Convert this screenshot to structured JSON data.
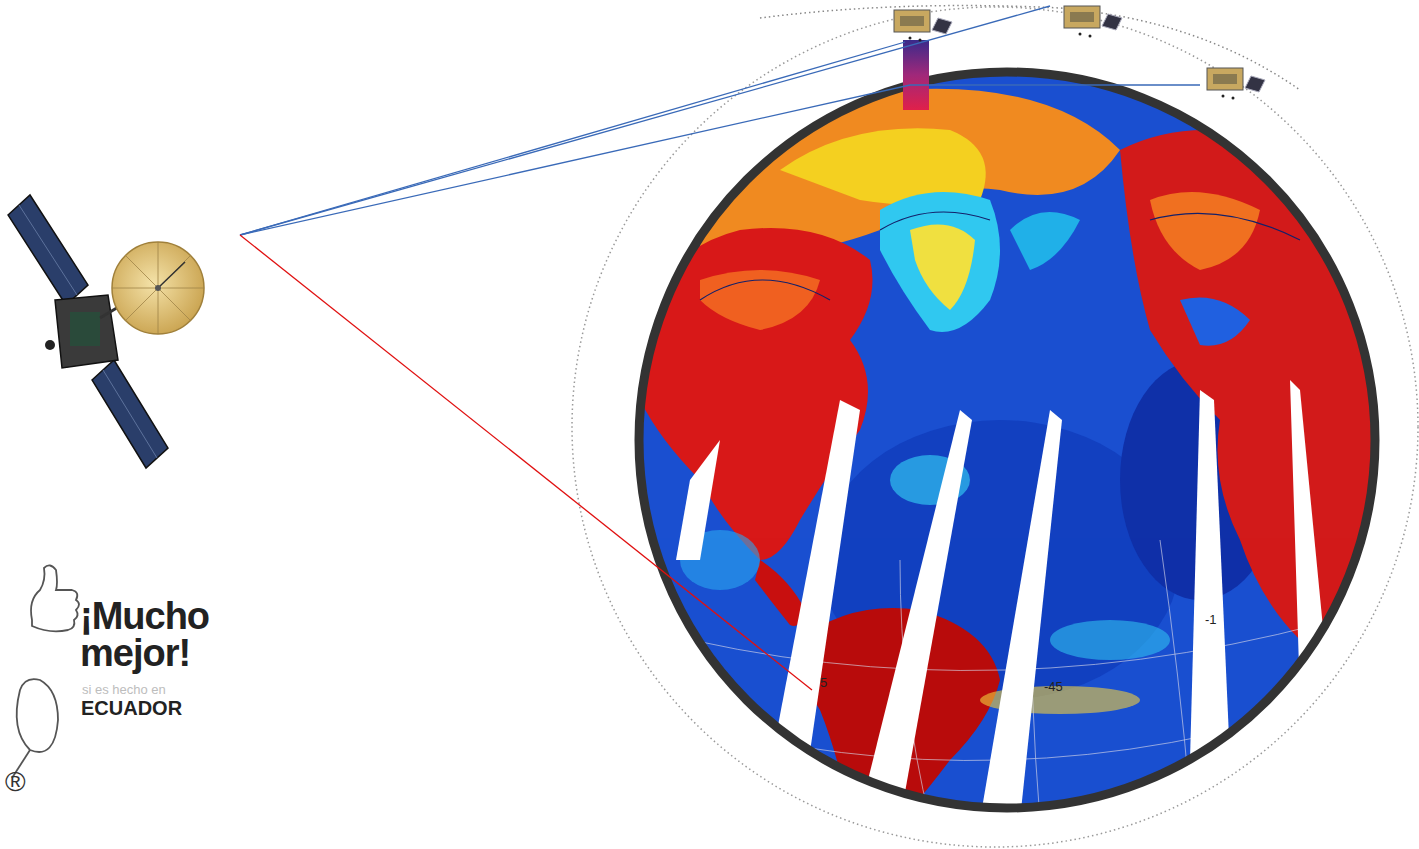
{
  "diagram": {
    "labels": [
      "¡Mucho mejor!",
      "si es hecho en",
      "ECUADOR",
      "®",
      "5",
      "-45",
      "-1"
    ]
  }
}
